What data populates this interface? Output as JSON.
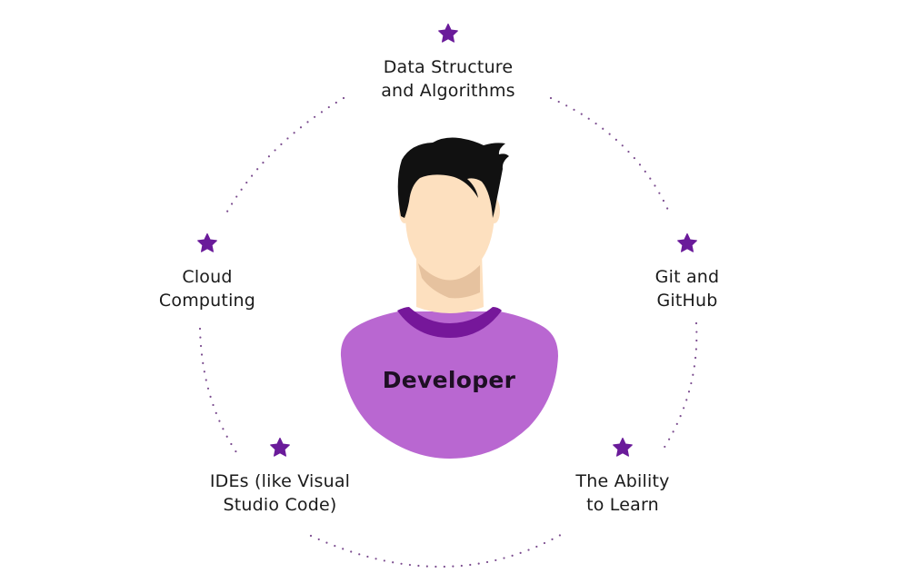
{
  "diagram": {
    "center": {
      "label": "Developer"
    },
    "nodes": [
      {
        "id": "dsa",
        "line1": "Data Structure",
        "line2": "and Algorithms",
        "icon": "star-icon"
      },
      {
        "id": "git",
        "line1": "Git and",
        "line2": "GitHub",
        "icon": "star-icon"
      },
      {
        "id": "learn",
        "line1": "The Ability",
        "line2": "to Learn",
        "icon": "star-icon"
      },
      {
        "id": "ide",
        "line1": "IDEs (like Visual",
        "line2": "Studio Code)",
        "icon": "star-icon"
      },
      {
        "id": "cloud",
        "line1": "Cloud",
        "line2": "Computing",
        "icon": "star-icon"
      }
    ],
    "colors": {
      "accent": "#6a1b9a",
      "shirt": "#b967d1",
      "collar": "#76179a",
      "skin": "#fde0bf",
      "neck_shadow": "#e6c29f",
      "hair": "#111111",
      "dots": "#7b4c8f",
      "text": "#1a1a1a"
    }
  }
}
